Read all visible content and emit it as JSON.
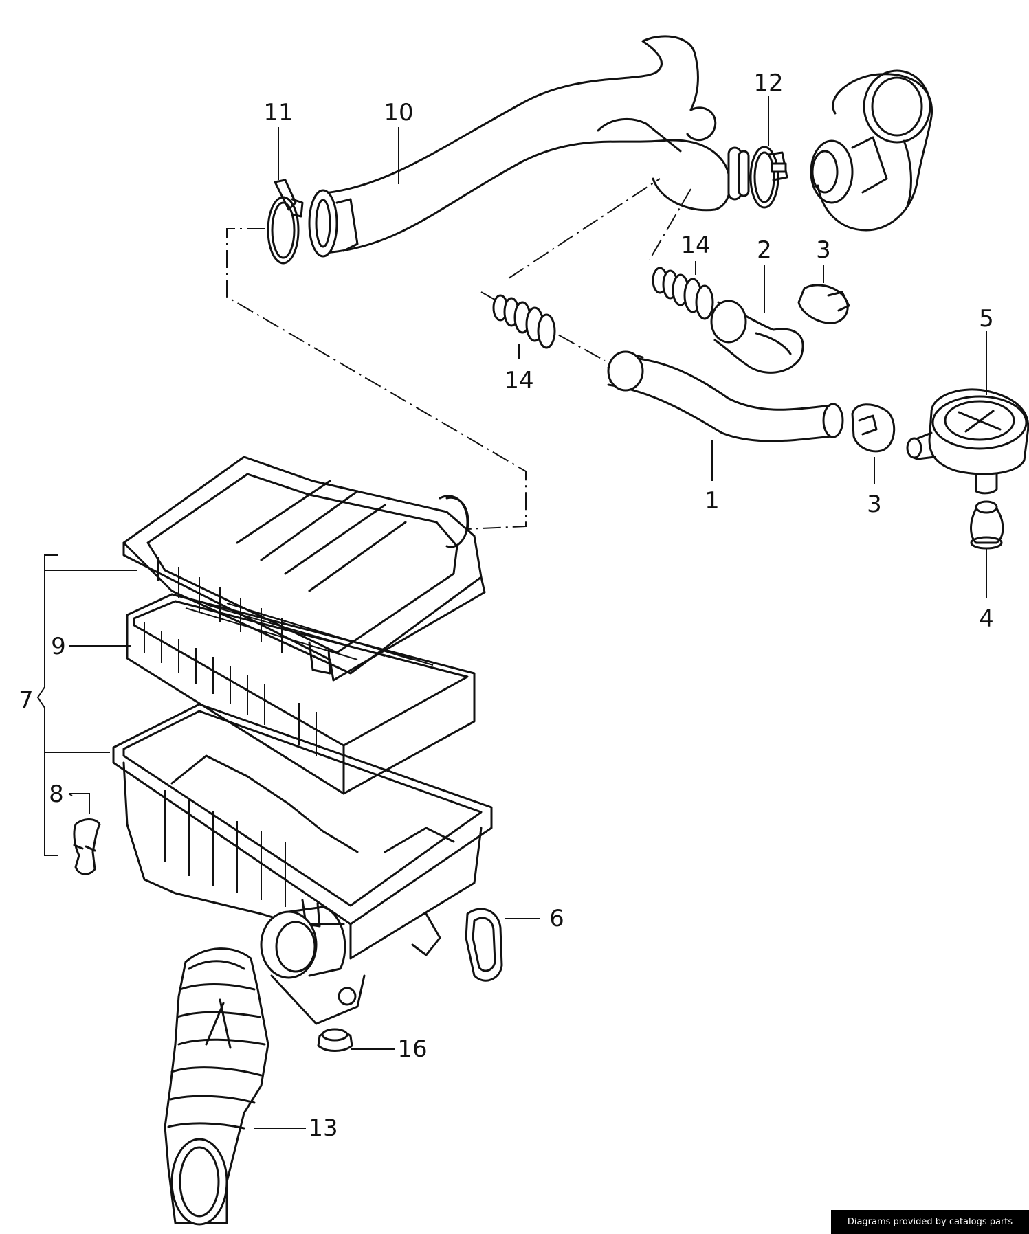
{
  "callouts": {
    "c1": "1",
    "c2": "2",
    "c3a": "3",
    "c3b": "3",
    "c4": "4",
    "c5": "5",
    "c6": "6",
    "c7": "7",
    "c8": "8",
    "c9": "9",
    "c10": "10",
    "c11": "11",
    "c12": "12",
    "c13": "13",
    "c14a": "14",
    "c14b": "14",
    "c16": "16"
  },
  "footer": {
    "text": "Diagrams provided by catalogs parts"
  }
}
